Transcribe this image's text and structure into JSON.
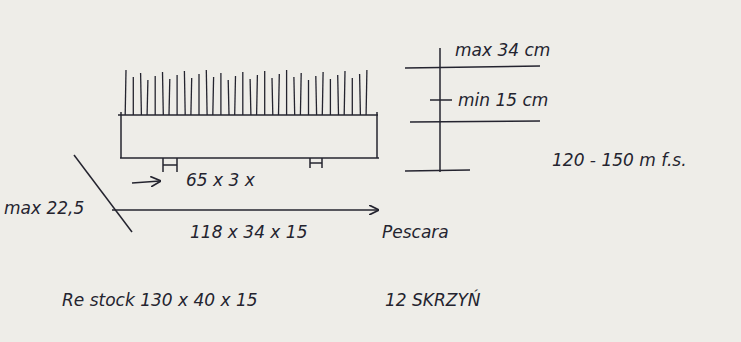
{
  "diagram": {
    "labels": [
      "max 34 cm",
      "min 15 cm",
      "120 - 150 m f.s.",
      "65 x 3 x",
      "max 22,5",
      "118 x 34 x 15",
      "Pescara",
      "Re stock 130 x 40 x 15",
      "12 SKRZYŃ"
    ]
  }
}
